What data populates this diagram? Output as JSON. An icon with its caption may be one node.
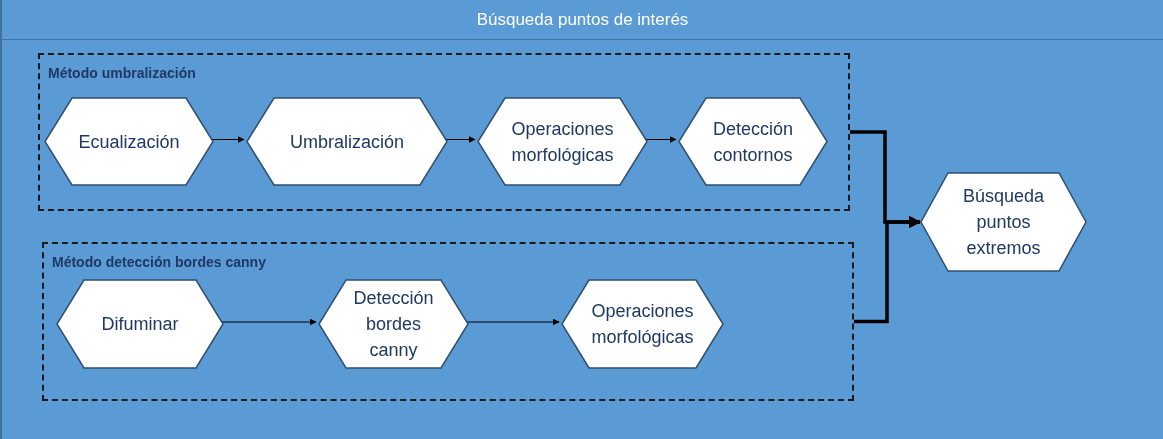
{
  "diagram": {
    "nodes": [
      {
        "text": [
          "Búsqueda puntos de interés"
        ]
      },
      {
        "text": [
          "Método umbralización"
        ],
        "in": 0
      },
      {
        "text": [
          "Ecualización"
        ],
        "in": 1
      },
      {
        "text": [
          "Umbralización"
        ],
        "in": 1
      },
      {
        "text": [
          "Operaciones morfológicas"
        ],
        "in": 1
      },
      {
        "text": [
          "Detección contornos"
        ],
        "in": 1
      },
      {
        "text": [
          "Método detección bordes canny"
        ],
        "in": 0
      },
      {
        "text": [
          "Difuminar"
        ],
        "in": 6
      },
      {
        "text": [
          "Detección bordes canny"
        ],
        "in": 6
      },
      {
        "text": [
          "Operaciones morfológicas"
        ],
        "in": 6
      },
      {
        "text": [
          "Búsqueda puntos extremos"
        ],
        "in": 0
      }
    ],
    "edges": [
      {
        "from": 2,
        "to": 3,
        "arrow": "to"
      },
      {
        "from": 3,
        "to": 4,
        "arrow": "to"
      },
      {
        "from": 4,
        "to": 5,
        "arrow": "to"
      },
      {
        "from": 7,
        "to": 8,
        "arrow": "to"
      },
      {
        "from": 8,
        "to": 9,
        "arrow": "to"
      },
      {
        "from": 1,
        "to": 10,
        "arrow": "to",
        "style": "thick"
      },
      {
        "from": 6,
        "to": 10,
        "arrow": "to",
        "style": "thick"
      }
    ]
  }
}
